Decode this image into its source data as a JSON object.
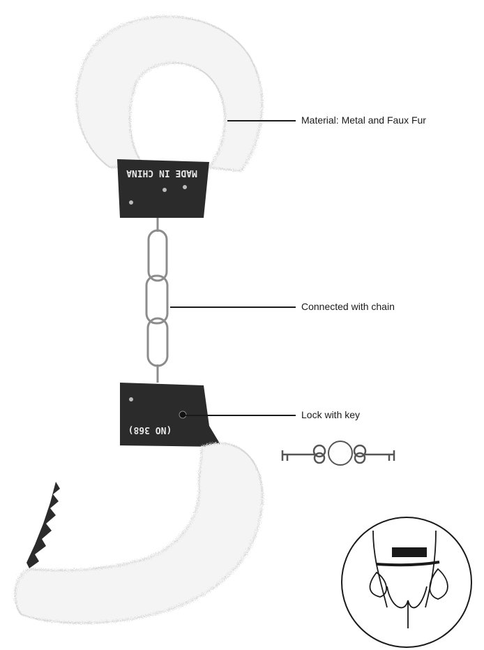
{
  "callouts": {
    "material": "Material: Metal and Faux Fur",
    "chain": "Connected with chain",
    "lock": "Lock with key"
  },
  "engravings": {
    "top_cuff": "MADE IN CHINA",
    "bottom_cuff": "(NO 368)"
  },
  "colors": {
    "fur": "#f4f4f4",
    "fur_shadow": "#d9d9d9",
    "metal": "#2b2b2b",
    "chain": "#8c8c8c",
    "line": "#1a1a1a"
  },
  "icons": [
    "handcuff-illustration",
    "key-icon",
    "usage-illustration-icon"
  ]
}
